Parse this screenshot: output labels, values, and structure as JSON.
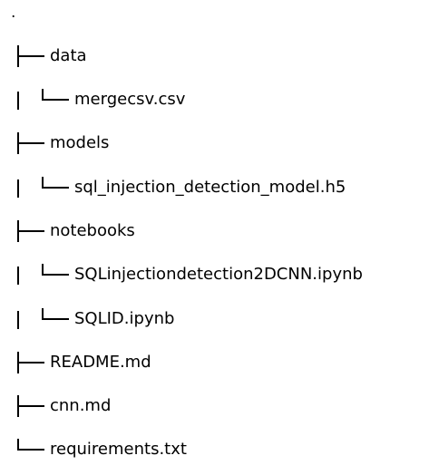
{
  "tree": {
    "root": ".",
    "entries": [
      {
        "name": "data",
        "depth": 0,
        "connector": "branch"
      },
      {
        "name": "mergecsv.csv",
        "depth": 1,
        "connector": "last"
      },
      {
        "name": "models",
        "depth": 0,
        "connector": "branch"
      },
      {
        "name": "sql_injection_detection_model.h5",
        "depth": 1,
        "connector": "last"
      },
      {
        "name": "notebooks",
        "depth": 0,
        "connector": "branch"
      },
      {
        "name": "SQLinjectiondetection2DCNN.ipynb",
        "depth": 1,
        "connector": "last"
      },
      {
        "name": "SQLID.ipynb",
        "depth": 1,
        "connector": "last"
      },
      {
        "name": "README.md",
        "depth": 0,
        "connector": "branch"
      },
      {
        "name": "cnn.md",
        "depth": 0,
        "connector": "branch"
      },
      {
        "name": "requirements.txt",
        "depth": 0,
        "connector": "last"
      }
    ]
  }
}
